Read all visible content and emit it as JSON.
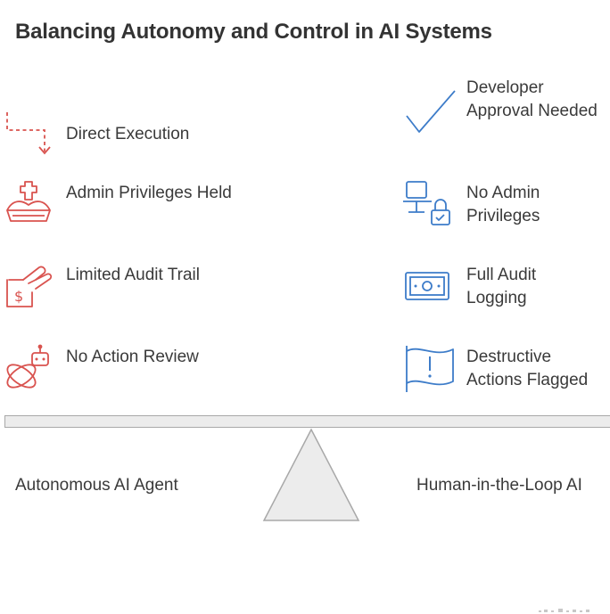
{
  "title": "Balancing Autonomy and Control in AI Systems",
  "colors": {
    "left_accent": "#d9534f",
    "right_accent": "#3d7cc9",
    "beam_fill": "#ececec",
    "beam_stroke": "#a8a8a8"
  },
  "left": {
    "items": [
      {
        "icon": "dashed-arrow-icon",
        "label": "Direct Execution"
      },
      {
        "icon": "crown-icon",
        "label": "Admin Privileges Held"
      },
      {
        "icon": "hand-money-icon",
        "label": "Limited Audit Trail"
      },
      {
        "icon": "robot-cancel-icon",
        "label": "No Action Review"
      }
    ],
    "side_label": "Autonomous AI Agent"
  },
  "right": {
    "items": [
      {
        "icon": "checkmark-icon",
        "label": "Developer Approval Needed"
      },
      {
        "icon": "computer-lock-icon",
        "label": "No Admin Privileges"
      },
      {
        "icon": "banknote-icon",
        "label": "Full Audit Logging"
      },
      {
        "icon": "warning-flag-icon",
        "label": "Destructive Actions Flagged"
      }
    ],
    "side_label": "Human-in-the-Loop AI"
  }
}
